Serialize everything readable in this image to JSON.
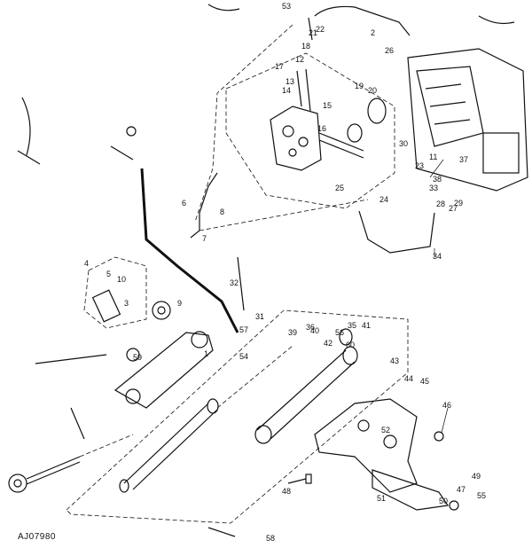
{
  "figure_code": "AJ07980",
  "callouts": [
    "1",
    "2",
    "3",
    "4",
    "5",
    "6",
    "7",
    "8",
    "9",
    "10",
    "11",
    "12",
    "13",
    "14",
    "15",
    "16",
    "17",
    "18",
    "19",
    "20",
    "21",
    "22",
    "23",
    "24",
    "25",
    "26",
    "27",
    "28",
    "29",
    "30",
    "31",
    "32",
    "33",
    "34",
    "35",
    "36",
    "37",
    "38",
    "39",
    "40",
    "41",
    "42",
    "43",
    "44",
    "45",
    "46",
    "47",
    "48",
    "49",
    "50",
    "51",
    "52",
    "53",
    "54",
    "55",
    "56",
    "57",
    "58",
    "59",
    "60"
  ]
}
